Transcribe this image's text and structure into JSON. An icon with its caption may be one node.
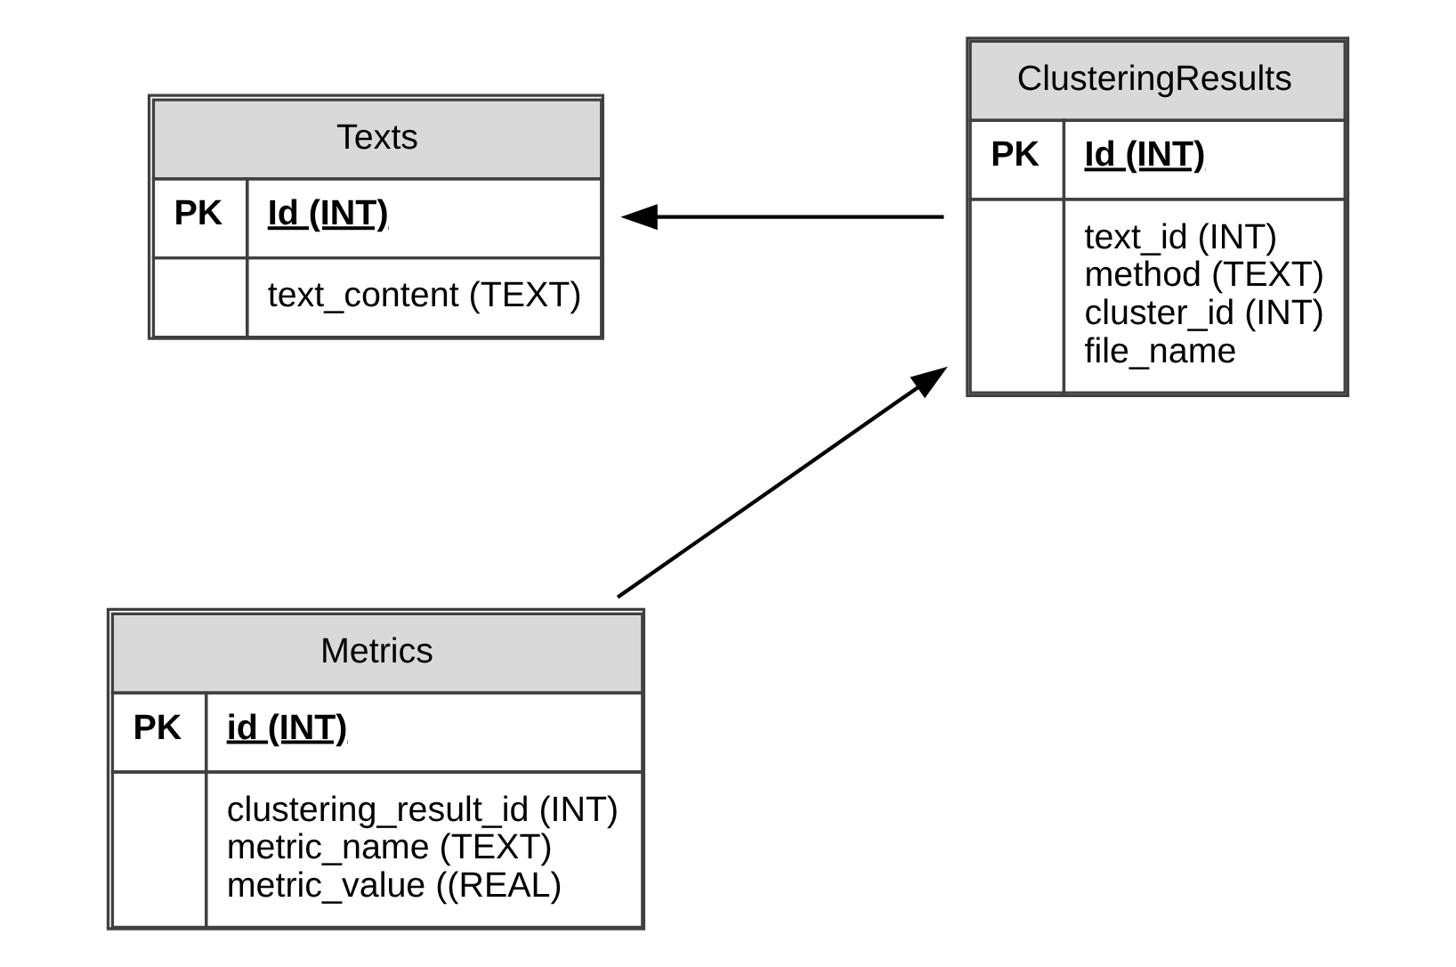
{
  "diagram": {
    "nodes": [
      {
        "text": [
          "Texts",
          "PK",
          "Id (INT)",
          "text_content (TEXT)"
        ]
      },
      {
        "text": [
          "ClusteringResults",
          "PK",
          "Id (INT)",
          "text_id (INT)",
          "method (TEXT)",
          "cluster_id (INT)",
          "file_name"
        ]
      },
      {
        "text": [
          "Metrics",
          "PK",
          "id (INT)",
          "clustering_result_id (INT)",
          "metric_name (TEXT)",
          "metric_value ((REAL)"
        ]
      }
    ],
    "edges": [
      {
        "from": 1,
        "to": 0,
        "arrow": "to"
      },
      {
        "from": 2,
        "to": 1,
        "arrow": "to"
      }
    ]
  }
}
